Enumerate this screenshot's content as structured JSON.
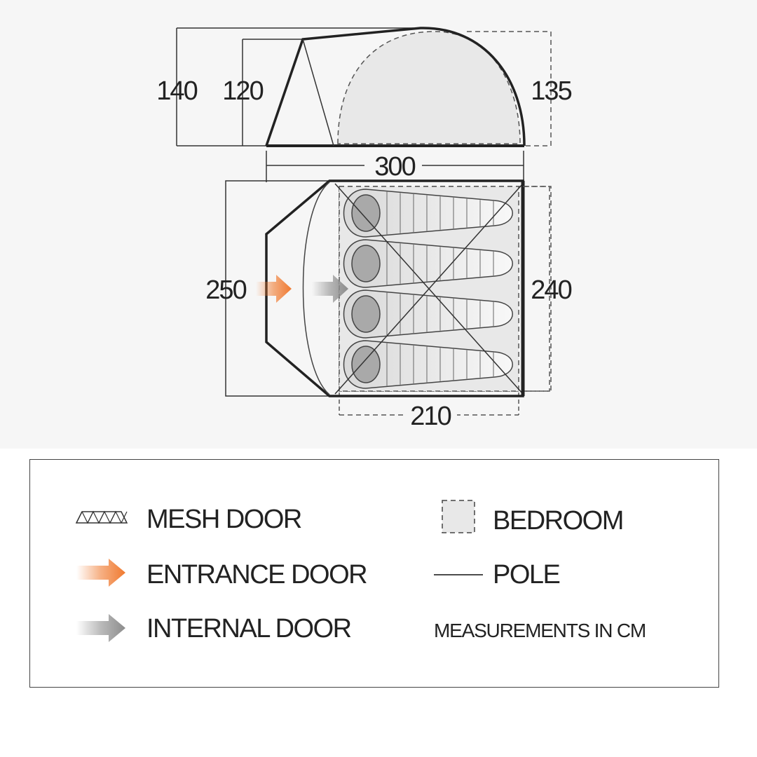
{
  "dimensions": {
    "outer_height": "140",
    "inner_height": "120",
    "bedroom_height": "135",
    "total_length": "300",
    "outer_width": "250",
    "bedroom_width": "240",
    "bedroom_length": "210"
  },
  "legend": {
    "mesh_door": "MESH DOOR",
    "entrance_door": "ENTRANCE DOOR",
    "internal_door": "INTERNAL DOOR",
    "bedroom": "BEDROOM",
    "pole": "POLE",
    "note": "MEASUREMENTS IN CM"
  },
  "colors": {
    "entrance_arrow": "#f07a30",
    "internal_arrow": "#8c8c8c",
    "bedroom_fill": "#e8e8e8",
    "sleeping_bag_head": "#a9a9a9"
  },
  "sleeping_bags": 4
}
